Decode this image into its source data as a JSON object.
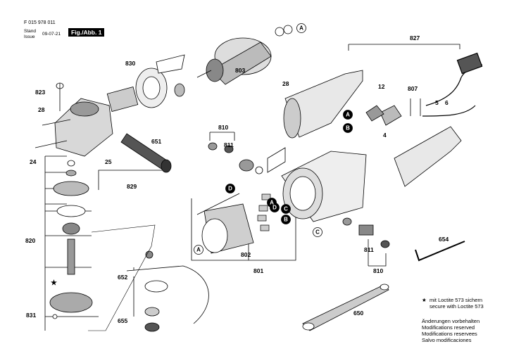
{
  "header": {
    "doc_number": "F 015 978 011",
    "stand": "Stand",
    "issue": "Issue",
    "date": "09-07-21",
    "figure": "Fig./Abb. 1"
  },
  "part_labels": {
    "p827": "827",
    "p803": "803",
    "p830": "830",
    "p823": "823",
    "p28a": "28",
    "p28b": "28",
    "p12": "12",
    "p807": "807",
    "p5": "5",
    "p6": "6",
    "p4": "4",
    "p651": "651",
    "p24": "24",
    "p25": "25",
    "p829": "829",
    "p810a": "810",
    "p811a": "811",
    "p820": "820",
    "p802": "802",
    "p801": "801",
    "p652": "652",
    "p655": "655",
    "p831": "831",
    "p654": "654",
    "p811b": "811",
    "p810b": "810",
    "p650": "650"
  },
  "callouts": {
    "a": "A",
    "b": "B",
    "c": "C",
    "d": "D"
  },
  "notes": {
    "star": "★",
    "loctite_de": "mit Loctite 573 sichern",
    "loctite_en": "secure with Loctite 573",
    "mod_de": "Änderungen vorbehalten",
    "mod_en": "Modifications reserved",
    "mod_fr": "Modifications reservees",
    "mod_es": "Salvo modificaciones"
  }
}
